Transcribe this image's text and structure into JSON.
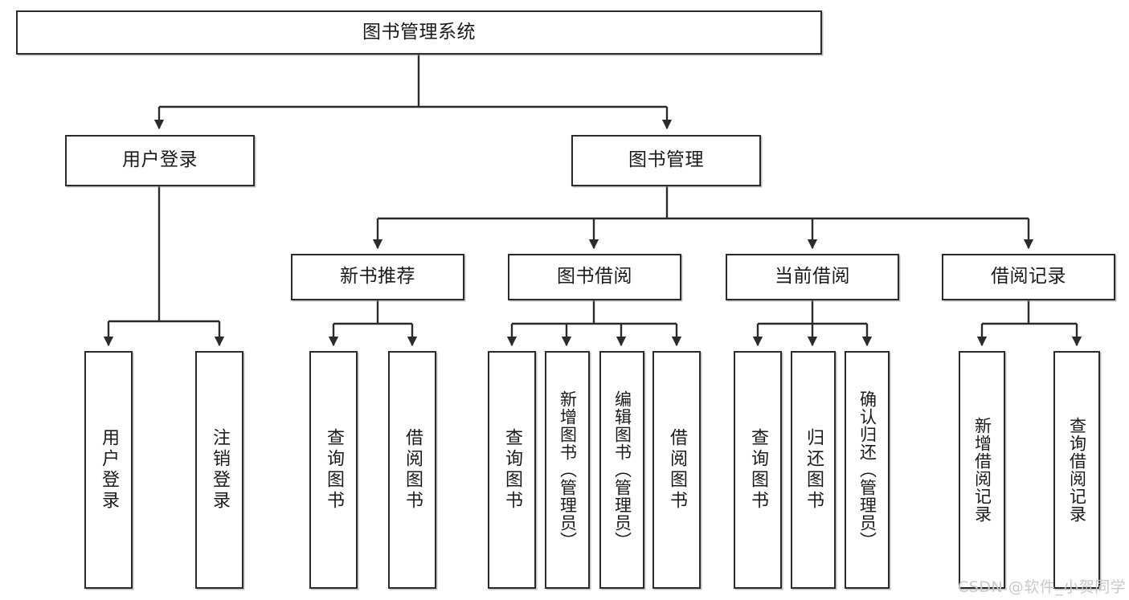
{
  "diagram": {
    "title": "图书管理系统",
    "type": "tree-hierarchy",
    "colors": {
      "box_border": "#2b2b2b",
      "box_fill": "#ffffff",
      "edge": "#2b2b2b",
      "text": "#1a1a1a",
      "watermark": "#c9c9c9",
      "background": "#ffffff"
    },
    "levels": {
      "root": [
        "图书管理系统"
      ],
      "level2": [
        "用户登录",
        "图书管理"
      ],
      "level3": [
        "新书推荐",
        "图书借阅",
        "当前借阅",
        "借阅记录"
      ],
      "leaves": [
        "用户登录",
        "注销登录",
        "查询图书",
        "借阅图书",
        "查询图书",
        "新增图书（管理员）",
        "编辑图书（管理员）",
        "借阅图书",
        "查询图书",
        "归还图书",
        "确认归还（管理员）",
        "新增借阅记录",
        "查询借阅记录"
      ]
    }
  },
  "nodes": {
    "root": {
      "label": "图书管理系统"
    },
    "user_login": {
      "label": "用户登录"
    },
    "book_manage": {
      "label": "图书管理"
    },
    "new_book_rec": {
      "label": "新书推荐"
    },
    "book_borrow": {
      "label": "图书借阅"
    },
    "current_borrow": {
      "label": "当前借阅"
    },
    "borrow_record": {
      "label": "借阅记录"
    },
    "leaf_user_login": {
      "label": "用户登录"
    },
    "leaf_user_logout": {
      "label": "注销登录"
    },
    "leaf_query_book_1": {
      "label": "查询图书"
    },
    "leaf_borrow_book_1": {
      "label": "借阅图书"
    },
    "leaf_query_book_2": {
      "label": "查询图书"
    },
    "leaf_add_book": {
      "label": "新增图书（管理员）"
    },
    "leaf_edit_book": {
      "label": "编辑图书（管理员）"
    },
    "leaf_borrow_book_2": {
      "label": "借阅图书"
    },
    "leaf_query_book_3": {
      "label": "查询图书"
    },
    "leaf_return_book": {
      "label": "归还图书"
    },
    "leaf_confirm_return": {
      "label": "确认归还（管理员）"
    },
    "leaf_add_record": {
      "label": "新增借阅记录"
    },
    "leaf_query_record": {
      "label": "查询借阅记录"
    }
  },
  "watermark": {
    "text": "CSDN @软件_小贺同学"
  }
}
